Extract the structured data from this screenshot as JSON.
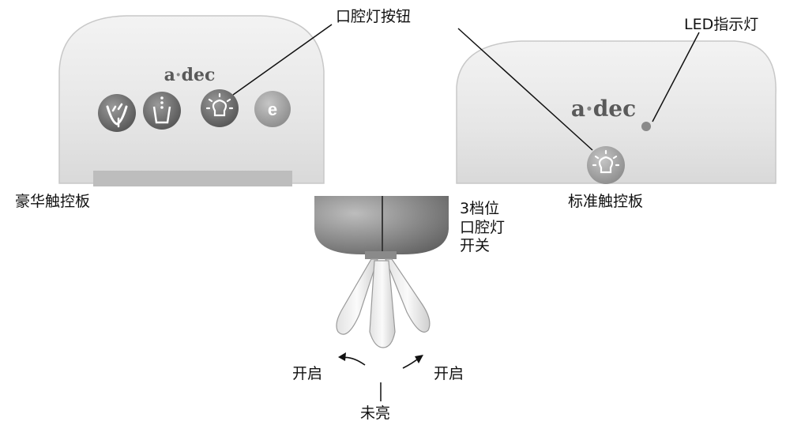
{
  "labels": {
    "mouth_light_button": "口腔灯按钮",
    "led_indicator": "LED指示灯",
    "deluxe_touchpad": "豪华触控板",
    "standard_touchpad": "标准触控板",
    "switch_line1": "3档位",
    "switch_line2": "口腔灯",
    "switch_line3": "开关",
    "on_left": "开启",
    "on_right": "开启",
    "off": "未亮"
  },
  "brand": "a·dec",
  "buttons": [
    {
      "icon": "cuspidor-icon"
    },
    {
      "icon": "cup-fill-icon"
    },
    {
      "icon": "light-icon"
    },
    {
      "icon": "e-icon",
      "text": "e"
    }
  ]
}
